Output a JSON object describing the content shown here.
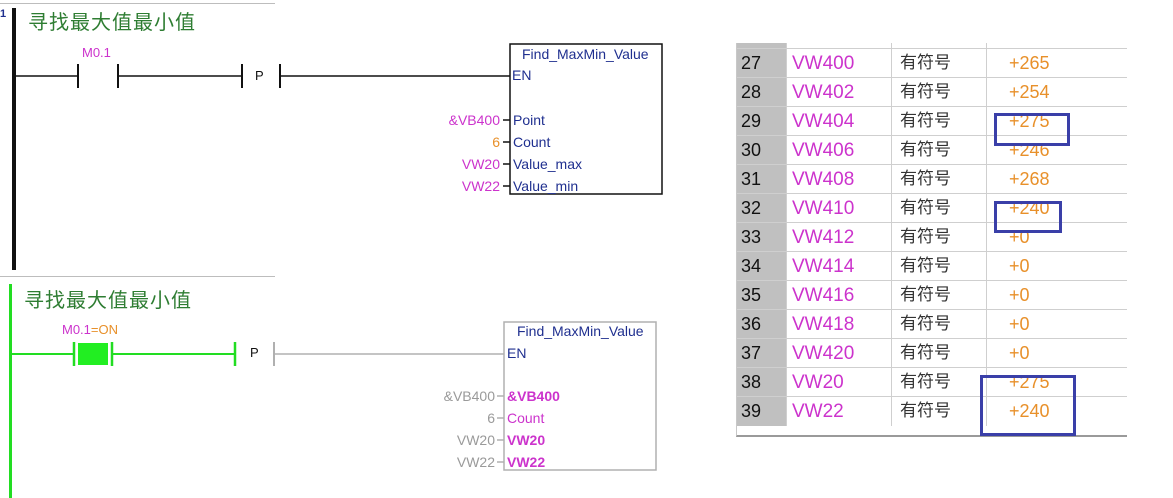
{
  "network1": {
    "marker": "1",
    "title": "寻找最大值最小值",
    "contact_label": "M0.1",
    "edge_label": "P",
    "block": {
      "name": "Find_MaxMin_Value",
      "en": "EN",
      "pins": [
        {
          "operand": "&VB400",
          "label": "Point"
        },
        {
          "operand": "6",
          "label": "Count"
        },
        {
          "operand": "VW20",
          "label": "Value_max"
        },
        {
          "operand": "VW22",
          "label": "Value_min"
        }
      ]
    }
  },
  "network2": {
    "title": "寻找最大值最小值",
    "contact_label": "M0.1",
    "contact_state": "=ON",
    "edge_label": "P",
    "block": {
      "name": "Find_MaxMin_Value",
      "en": "EN",
      "pins": [
        {
          "operand": "&VB400",
          "label": "&VB400"
        },
        {
          "operand": "6",
          "label": "Count"
        },
        {
          "operand": "VW20",
          "label": "VW20"
        },
        {
          "operand": "VW22",
          "label": "VW22"
        }
      ]
    }
  },
  "status_table": {
    "rows": [
      {
        "index": "27",
        "address": "VW400",
        "format": "有符号",
        "value": "+265"
      },
      {
        "index": "28",
        "address": "VW402",
        "format": "有符号",
        "value": "+254"
      },
      {
        "index": "29",
        "address": "VW404",
        "format": "有符号",
        "value": "+275"
      },
      {
        "index": "30",
        "address": "VW406",
        "format": "有符号",
        "value": "+246"
      },
      {
        "index": "31",
        "address": "VW408",
        "format": "有符号",
        "value": "+268"
      },
      {
        "index": "32",
        "address": "VW410",
        "format": "有符号",
        "value": "+240"
      },
      {
        "index": "33",
        "address": "VW412",
        "format": "有符号",
        "value": "+0"
      },
      {
        "index": "34",
        "address": "VW414",
        "format": "有符号",
        "value": "+0"
      },
      {
        "index": "35",
        "address": "VW416",
        "format": "有符号",
        "value": "+0"
      },
      {
        "index": "36",
        "address": "VW418",
        "format": "有符号",
        "value": "+0"
      },
      {
        "index": "37",
        "address": "VW420",
        "format": "有符号",
        "value": "+0"
      },
      {
        "index": "38",
        "address": "VW20",
        "format": "有符号",
        "value": "+275"
      },
      {
        "index": "39",
        "address": "VW22",
        "format": "有符号",
        "value": "+240"
      }
    ]
  },
  "colors": {
    "title_green": "#2e7d32",
    "operand_magenta": "#cc33cc",
    "value_orange": "#e8902a",
    "pin_navy": "#1f2f8f",
    "highlight_blue": "#3a3fa8",
    "power_flow_green": "#22dd22"
  }
}
